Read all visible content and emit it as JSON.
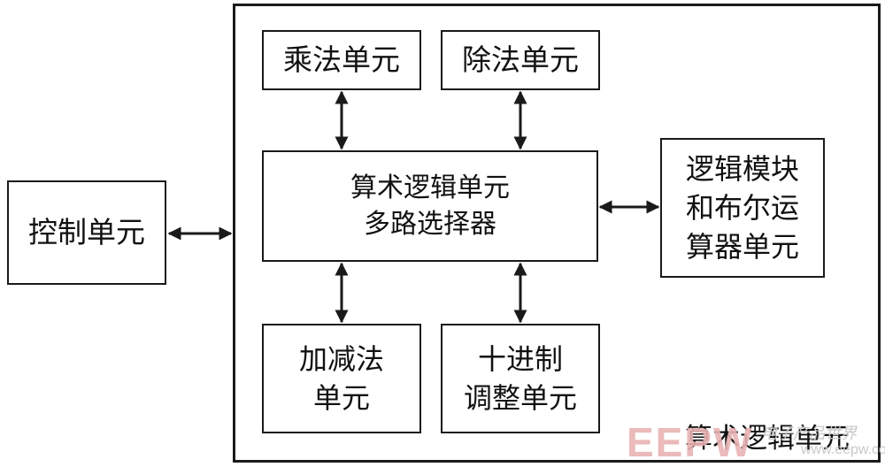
{
  "diagram": {
    "container_caption": "算术逻辑单元",
    "control_unit": {
      "lines": [
        "控制单元"
      ]
    },
    "multiplier_unit": {
      "lines": [
        "乘法单元"
      ]
    },
    "divider_unit": {
      "lines": [
        "除法单元"
      ]
    },
    "alu_mux": {
      "lines": [
        "算术逻辑单元",
        "多路选择器"
      ]
    },
    "logic_boolean_unit": {
      "lines": [
        "逻辑模块",
        "和布尔运",
        "算器单元"
      ]
    },
    "addsub_unit": {
      "lines": [
        "加减法",
        "单元"
      ]
    },
    "decimal_adjust_unit": {
      "lines": [
        "十进制",
        "调整单元"
      ]
    },
    "connections": [
      {
        "from": "control_unit",
        "to": "alu_container",
        "type": "bidirectional"
      },
      {
        "from": "multiplier_unit",
        "to": "alu_mux",
        "type": "bidirectional"
      },
      {
        "from": "divider_unit",
        "to": "alu_mux",
        "type": "bidirectional"
      },
      {
        "from": "alu_mux",
        "to": "logic_boolean_unit",
        "type": "bidirectional"
      },
      {
        "from": "alu_mux",
        "to": "addsub_unit",
        "type": "bidirectional"
      },
      {
        "from": "alu_mux",
        "to": "decimal_adjust_unit",
        "type": "bidirectional"
      }
    ]
  },
  "watermark": {
    "logo": "EEPW",
    "tagline": "电子产品世界",
    "url": "www.eepw.com.cn"
  },
  "colors": {
    "line": "#1a1a1a",
    "background": "#ffffff",
    "watermark": "#e9b3b3"
  }
}
